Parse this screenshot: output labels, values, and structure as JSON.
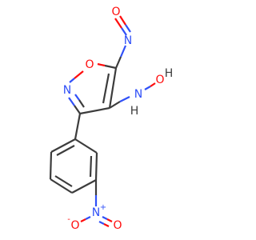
{
  "molecule": {
    "colors": {
      "carbon": "#3c3c3c",
      "nitrogen": "#3050f8",
      "oxygen": "#ff0d0d",
      "hydrogen": "#3c3c3c"
    },
    "labels": {
      "nitroso_o": "O",
      "nitroso_n": "N",
      "ring_o": "O",
      "ring_n": "N",
      "hydroxylamine_h_top": "H",
      "hydroxylamine_o": "O",
      "hydroxylamine_n": "N",
      "hydroxylamine_h": "H",
      "nitro_n": "N",
      "nitro_n_charge": "+",
      "nitro_o_left": "O",
      "nitro_o_left_charge": "-",
      "nitro_o_right": "O"
    }
  }
}
